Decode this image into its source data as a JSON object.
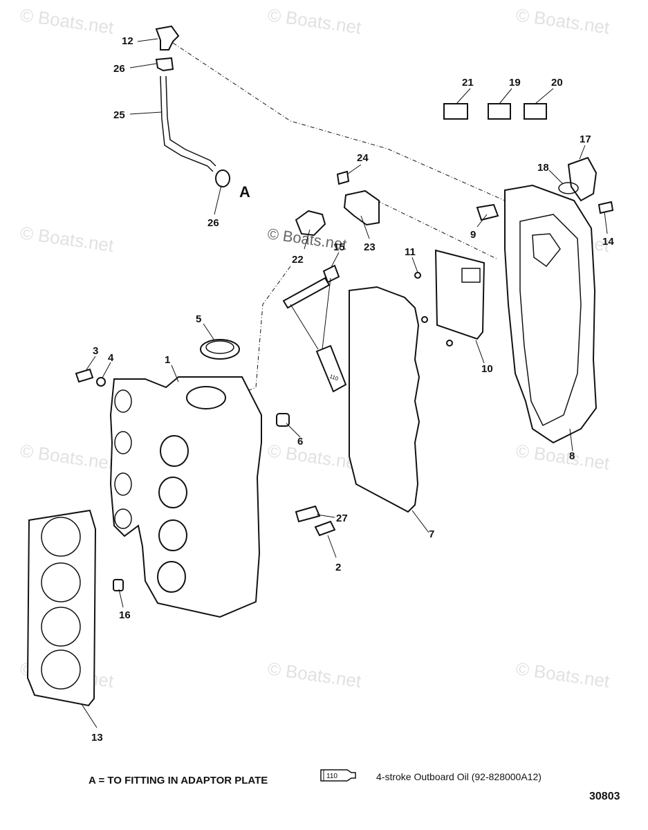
{
  "watermarks": [
    "© Boats.net",
    "© Boats.net",
    "© Boats.net",
    "© Boats.net",
    "© Boats.net",
    "© Boats.net",
    "© Boats.net",
    "© Boats.net",
    "© Boats.net",
    "© Boats.net",
    "© Boats.net",
    "© Boats.net"
  ],
  "callouts": [
    "1",
    "2",
    "3",
    "4",
    "5",
    "6",
    "7",
    "8",
    "9",
    "10",
    "11",
    "12",
    "13",
    "14",
    "15",
    "16",
    "17",
    "18",
    "19",
    "20",
    "21",
    "22",
    "23",
    "24",
    "25",
    "26",
    "26",
    "27"
  ],
  "detail_letter": "A",
  "sealant_code": "110",
  "footnote": "A = TO FITTING IN ADAPTOR PLATE",
  "legend": {
    "code": "110",
    "text": "4-stroke Outboard Oil (92-828000A12)"
  },
  "figure_number": "30803"
}
